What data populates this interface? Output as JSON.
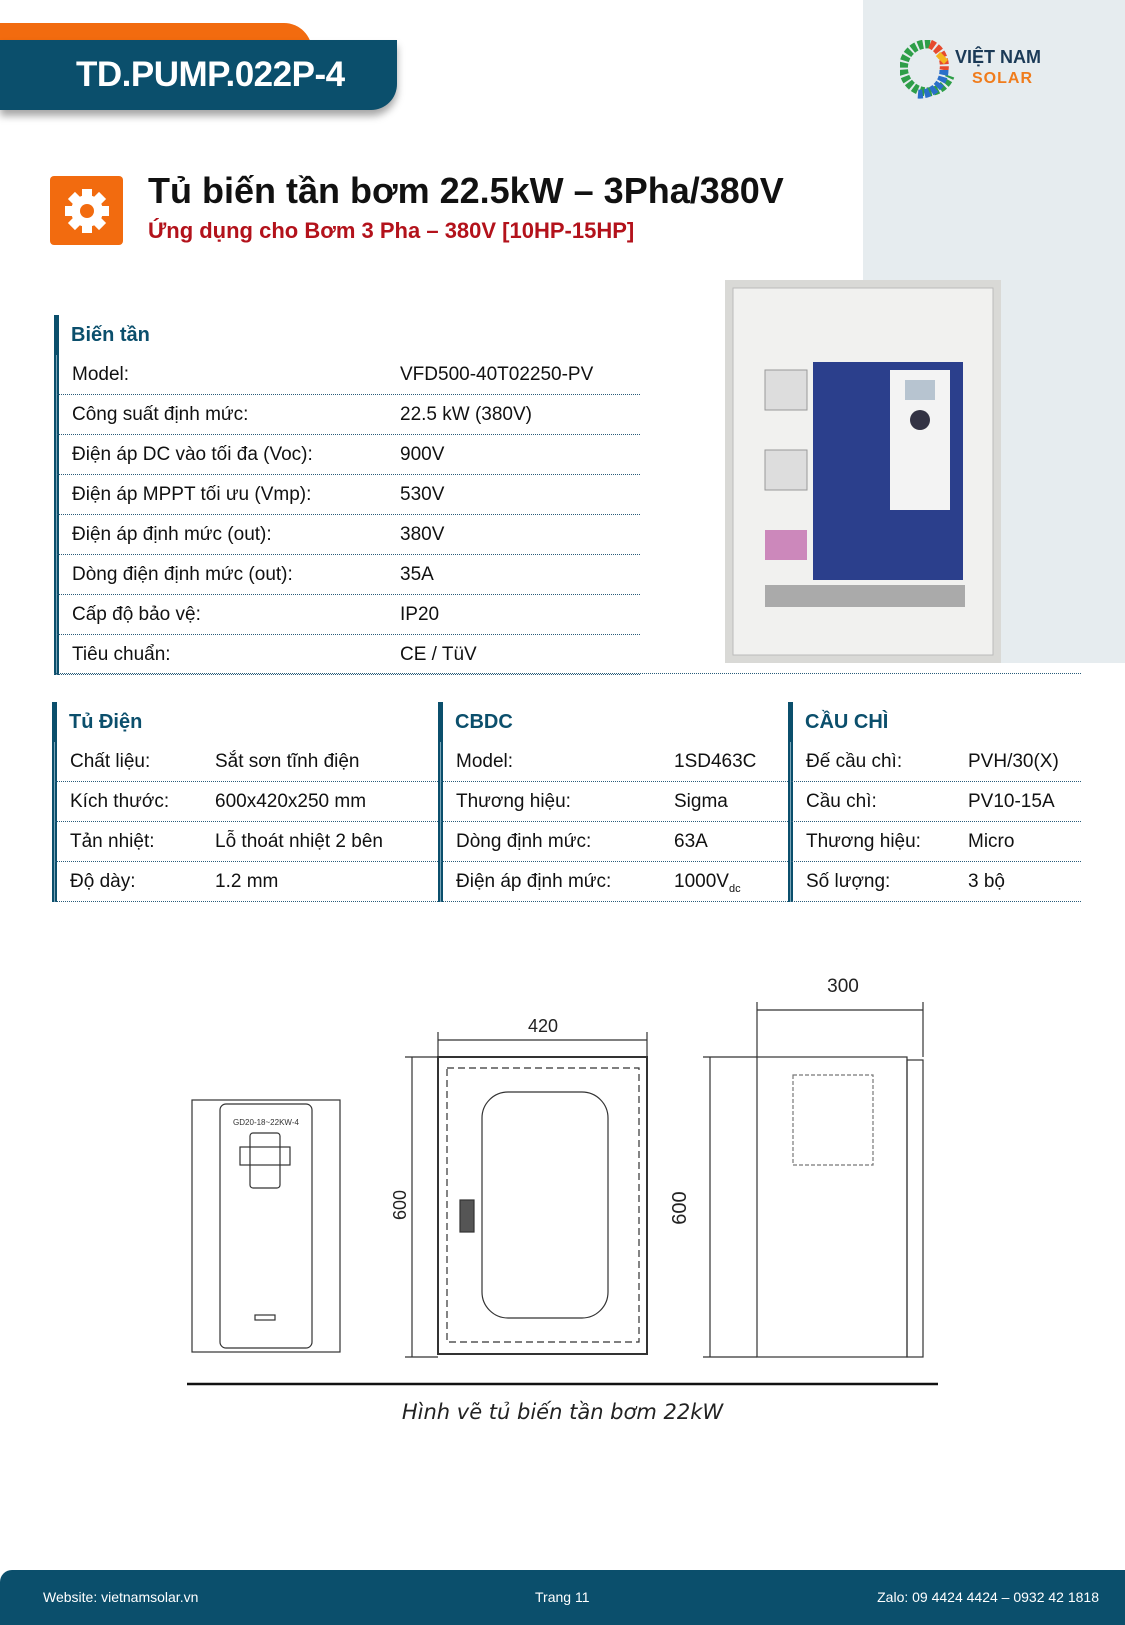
{
  "header": {
    "code": "TD.PUMP.022P-4",
    "logo_line1": "VIỆT NAM",
    "logo_line2": "SOLAR"
  },
  "title": "Tủ biến tần bơm 22.5kW – 3Pha/380V",
  "subtitle": "Ứng dụng cho Bơm 3 Pha – 380V [10HP-15HP]",
  "bien_tan": {
    "heading": "Biến tần",
    "rows": [
      {
        "label": "Model:",
        "value": "VFD500-40T02250-PV"
      },
      {
        "label": "Công suất định mức:",
        "value": "22.5 kW (380V)"
      },
      {
        "label": "Điện áp DC vào tối đa (Voc):",
        "value": "900V"
      },
      {
        "label": "Điện áp MPPT tối ưu (Vmp):",
        "value": "530V"
      },
      {
        "label": "Điện áp định mức (out):",
        "value": "380V"
      },
      {
        "label": "Dòng điện định mức (out):",
        "value": "35A"
      },
      {
        "label": "Cấp độ bảo vệ:",
        "value": "IP20"
      },
      {
        "label": "Tiêu chuẩn:",
        "value": "CE / TüV"
      }
    ]
  },
  "tu_dien": {
    "heading": "Tủ Điện",
    "rows": [
      {
        "label": "Chất liệu:",
        "value": "Sắt sơn tĩnh điện"
      },
      {
        "label": "Kích thước:",
        "value": "600x420x250 mm"
      },
      {
        "label": "Tản nhiệt:",
        "value": "Lỗ thoát nhiệt 2 bên"
      },
      {
        "label": "Độ dày:",
        "value": "1.2 mm"
      }
    ]
  },
  "cbdc": {
    "heading": "CBDC",
    "rows": [
      {
        "label": "Model:",
        "value": "1SD463C"
      },
      {
        "label": "Thương hiệu:",
        "value": "Sigma"
      },
      {
        "label": "Dòng định mức:",
        "value": "63A"
      },
      {
        "label": "Điện áp định mức:",
        "value": "1000V",
        "sub": "dc"
      }
    ]
  },
  "cau_chi": {
    "heading": "CẦU CHÌ",
    "rows": [
      {
        "label": "Đế cầu chì:",
        "value": "PVH/30(X)"
      },
      {
        "label": "Cầu chì:",
        "value": "PV10-15A"
      },
      {
        "label": "Thương hiệu:",
        "value": "Micro"
      },
      {
        "label": "Số lượng:",
        "value": "3 bộ"
      }
    ]
  },
  "drawing": {
    "inverter_label": "GD20-18~22KW-4",
    "dim_width": "420",
    "dim_height_front": "600",
    "dim_height_side": "600",
    "dim_depth": "300",
    "caption": "Hình vẽ tủ biến tần bơm 22kW"
  },
  "footer": {
    "website": "Website: vietnamsolar.vn",
    "page": "Trang 11",
    "zalo": "Zalo: 09 4424 4424 – 0932 42 1818"
  }
}
